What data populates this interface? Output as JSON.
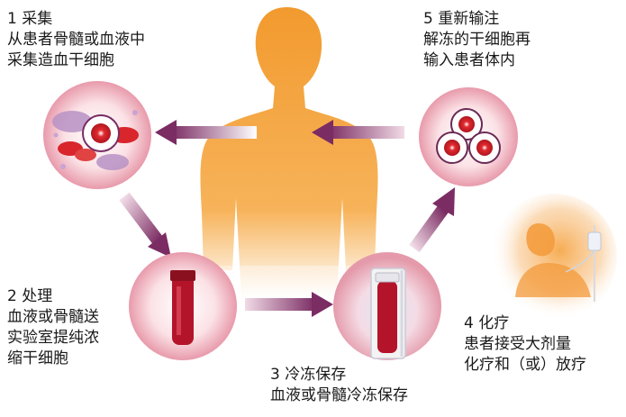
{
  "steps": [
    {
      "title": "1 采集",
      "lines": [
        "从患者骨髓或血液中",
        "采集造血干细胞"
      ]
    },
    {
      "title": "2 处理",
      "lines": [
        "血液或骨髓送",
        "实验室提纯浓",
        "缩干细胞"
      ]
    },
    {
      "title": "3 冷冻保存",
      "lines": [
        "血液或骨髓冷冻保存"
      ]
    },
    {
      "title": "4 化疗",
      "lines": [
        "患者接受大剂量",
        "化疗和（或）放疗"
      ]
    },
    {
      "title": "5 重新输注",
      "lines": [
        "解冻的干细胞再",
        "输入患者体内"
      ]
    }
  ],
  "colors": {
    "body_orange": "#f4a03a",
    "circle_pink": "#f6c7cf",
    "arrow_purple": "#7b2c63",
    "blood_red": "#b4142a",
    "cell_red": "#d8262c"
  }
}
